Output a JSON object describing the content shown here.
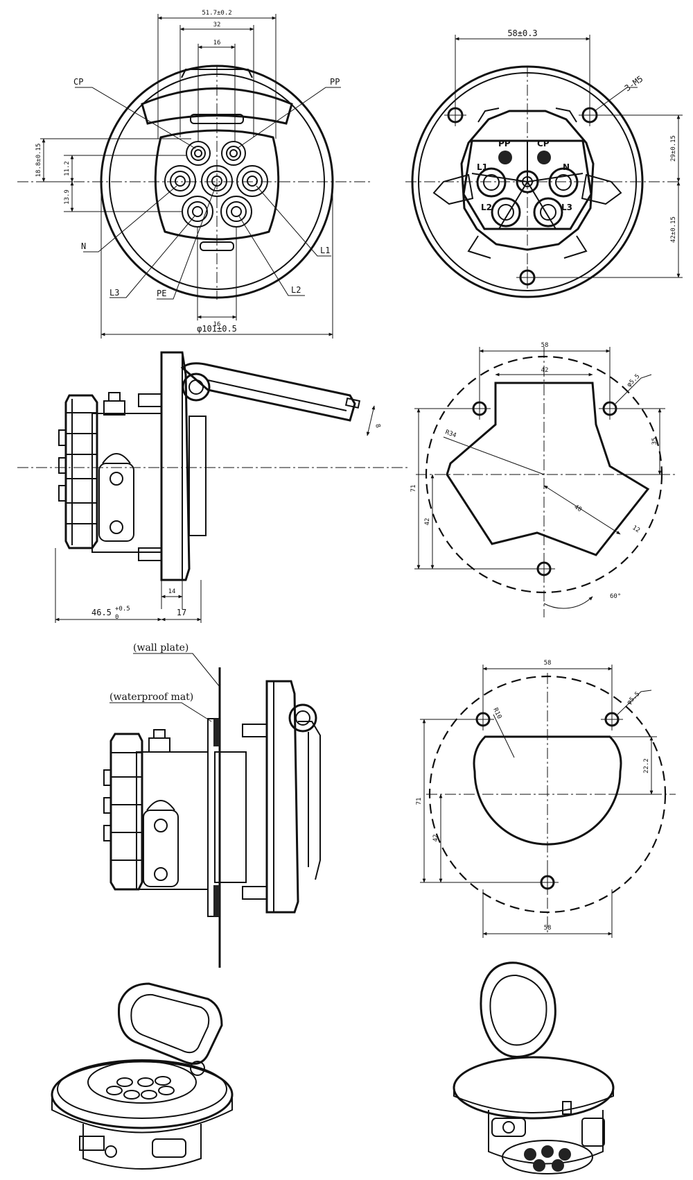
{
  "front_view": {
    "dims": {
      "w_outer": "51.7±0.2",
      "w_mid": "32",
      "w_inner": "16",
      "w_bottom": "16",
      "diameter": "φ101±0.5",
      "h_a": "18.8±0.15",
      "h_b": "11.2",
      "h_c": "13.9"
    },
    "pins": {
      "cp": "CP",
      "pp": "PP",
      "n": "N",
      "l1": "L1",
      "l2": "L2",
      "l3": "L3",
      "pe": "PE"
    }
  },
  "rear_view": {
    "dims": {
      "top": "58±0.3",
      "holes": "3-M5",
      "right_upper": "29±0.15",
      "right_lower": "42±0.15"
    },
    "pin_labels": {
      "pp": "PP",
      "cp": "CP",
      "l1": "L1",
      "n": "N",
      "l2": "L2",
      "l3": "L3"
    }
  },
  "side_view": {
    "dims": {
      "lid_thk": "8",
      "flange": "14",
      "depth_main": "46.5",
      "depth_tol": "+0.5",
      "depth_tol2": "0",
      "depth_front": "17"
    }
  },
  "cutout_a": {
    "dims": {
      "top_outer": "58",
      "top_inner": "42",
      "hole": "φ5.5",
      "radius": "R34",
      "right": "35",
      "height": "71",
      "left_lower": "42",
      "slot": "40",
      "slot_w": "12",
      "angle": "60°"
    }
  },
  "assembly": {
    "notes": {
      "wall_plate": "(wall plate)",
      "mat": "(waterproof mat)"
    }
  },
  "cutout_b": {
    "dims": {
      "top": "58",
      "hole": "φ5.5",
      "radius": "R10",
      "right": "22.2",
      "height": "71",
      "left_lower": "42",
      "bottom": "58"
    }
  }
}
